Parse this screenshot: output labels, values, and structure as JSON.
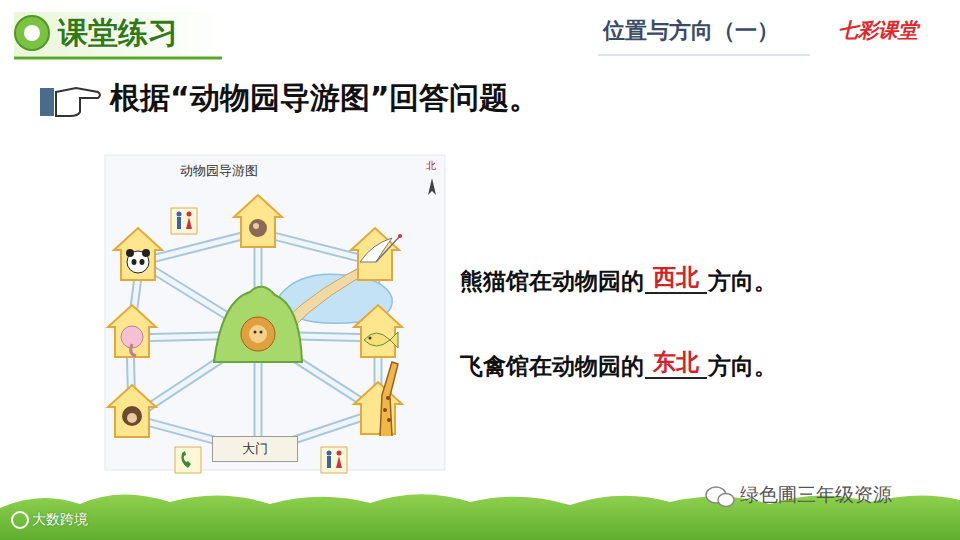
{
  "diagram": {
    "title": "课堂练习",
    "nodes": [
      {
        "text": [
          "大门"
        ]
      }
    ],
    "labels": [
      "位置与方向（一）",
      "七彩课堂",
      "根据“动物园导游图”回答问题。",
      "动物园导游图",
      "北",
      "熊猫馆在动物园的",
      "西北",
      "方向。",
      "飞禽馆在动物园的",
      "东北",
      "方向。",
      "绿色圃三年级资源",
      "大数跨境"
    ]
  }
}
